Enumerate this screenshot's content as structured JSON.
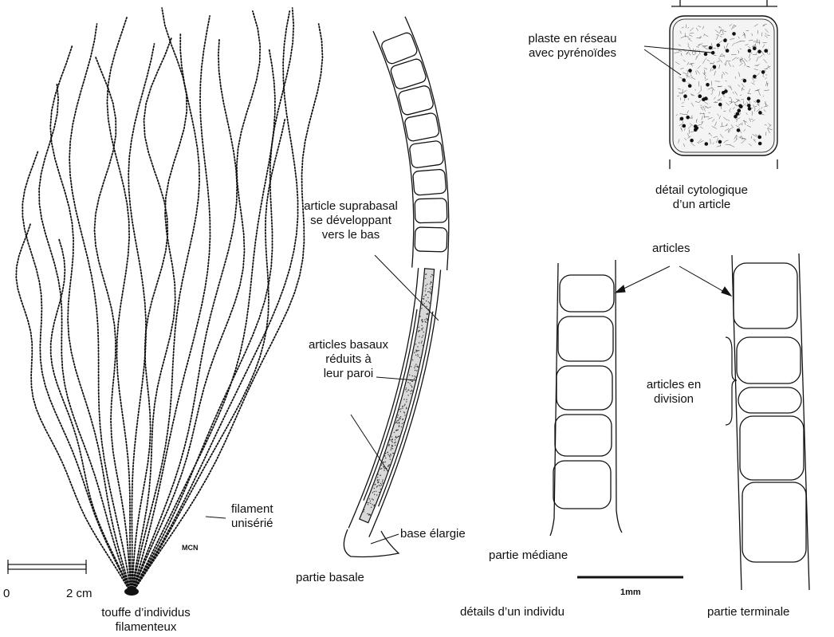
{
  "colors": {
    "ink": "#111111",
    "background": "#ffffff",
    "stipple": "#333333"
  },
  "tuft": {
    "caption_line1": "touffe d’individus",
    "caption_line2": "filamenteux",
    "filament_label_line1": "filament",
    "filament_label_line2": "unisérié",
    "author_mark": "MCN",
    "scale_start": "0",
    "scale_end": "2 cm"
  },
  "basal": {
    "suprabasal_line1": "article suprabasal",
    "suprabasal_line2": "se développant",
    "suprabasal_line3": "vers le bas",
    "basaux_line1": "articles basaux",
    "basaux_line2": "réduits à",
    "basaux_line3": "leur paroi",
    "base_label": "base élargie",
    "caption": "partie basale"
  },
  "cytology": {
    "plaste_line1": "plaste en réseau",
    "plaste_line2": "avec pyrénoïdes",
    "caption_line1": "détail cytologique",
    "caption_line2": "d’un article"
  },
  "details": {
    "articles_label": "articles",
    "division_line1": "articles en",
    "division_line2": "division",
    "median_caption": "partie médiane",
    "terminal_caption": "partie terminale",
    "individual_caption": "détails d’un individu",
    "scale_label": "1mm"
  }
}
